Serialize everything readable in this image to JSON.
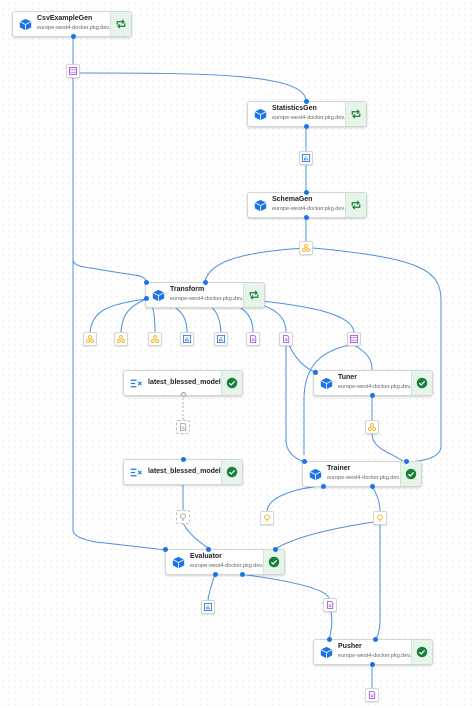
{
  "colors": {
    "edge": "#4a90e2",
    "edge_pending": "#b0b0b0",
    "node_icon": "#1a73e8",
    "status_bg": "#e6f4ea",
    "status_icon": "#188038",
    "artifact_purple": "#a142f4",
    "artifact_yellow": "#f9ab00",
    "artifact_blue": "#1a73e8"
  },
  "nodes": {
    "csv_example_gen": {
      "title": "CsvExampleGen",
      "subtitle": "europe-west4-docker.pkg.dev...",
      "icon": "cube-icon",
      "status": "cached-icon"
    },
    "statistics_gen": {
      "title": "StatisticsGen",
      "subtitle": "europe-west4-docker.pkg.dev...",
      "icon": "cube-icon",
      "status": "cached-icon"
    },
    "schema_gen": {
      "title": "SchemaGen",
      "subtitle": "europe-west4-docker.pkg.dev...",
      "icon": "cube-icon",
      "status": "cached-icon"
    },
    "transform": {
      "title": "Transform",
      "subtitle": "europe-west4-docker.pkg.dev...",
      "icon": "cube-icon",
      "status": "cached-icon"
    },
    "latest_model_resolver": {
      "title": "latest_blessed_model_re...",
      "icon": "importer-icon",
      "status": "success-icon"
    },
    "tuner": {
      "title": "Tuner",
      "subtitle": "europe-west4-docker.pkg.dev...",
      "icon": "cube-icon",
      "status": "success-icon"
    },
    "latest_blessed_resolver": {
      "title": "latest_blessed_model_re...",
      "icon": "importer-icon",
      "status": "success-icon"
    },
    "trainer": {
      "title": "Trainer",
      "subtitle": "europe-west4-docker.pkg.dev...",
      "icon": "cube-icon",
      "status": "success-icon"
    },
    "evaluator": {
      "title": "Evaluator",
      "subtitle": "europe-west4-docker.pkg.dev...",
      "icon": "cube-icon",
      "status": "success-icon"
    },
    "pusher": {
      "title": "Pusher",
      "subtitle": "europe-west4-docker.pkg.dev...",
      "icon": "cube-icon",
      "status": "success-icon"
    }
  },
  "artifacts": {
    "examples": {
      "kind": "dataset-icon",
      "color": "purple"
    },
    "statistics": {
      "kind": "statistics-icon",
      "color": "blue"
    },
    "schema": {
      "kind": "schema-icon",
      "color": "yellow"
    },
    "transform_1": {
      "kind": "schema-icon",
      "color": "yellow"
    },
    "transform_2": {
      "kind": "schema-icon",
      "color": "yellow"
    },
    "transform_3": {
      "kind": "schema-icon",
      "color": "yellow"
    },
    "transform_4": {
      "kind": "statistics-icon",
      "color": "blue"
    },
    "transform_5": {
      "kind": "statistics-icon",
      "color": "blue"
    },
    "transform_6": {
      "kind": "document-icon",
      "color": "purple"
    },
    "transform_graph": {
      "kind": "document-icon",
      "color": "purple"
    },
    "transformed_examples": {
      "kind": "dataset-icon",
      "color": "purple"
    },
    "tuner_best_hyperparameters": {
      "kind": "schema-icon",
      "color": "yellow"
    },
    "resolver_model": {
      "kind": "document-icon",
      "color": "grey"
    },
    "resolver_baseline": {
      "kind": "lightbulb-icon",
      "color": "grey"
    },
    "trainer_run": {
      "kind": "lightbulb-icon",
      "color": "yellow"
    },
    "trainer_model": {
      "kind": "lightbulb-icon",
      "color": "yellow"
    },
    "evaluation": {
      "kind": "statistics-icon",
      "color": "blue"
    },
    "blessing": {
      "kind": "document-icon",
      "color": "purple"
    },
    "pushed_model": {
      "kind": "document-icon",
      "color": "purple"
    }
  }
}
